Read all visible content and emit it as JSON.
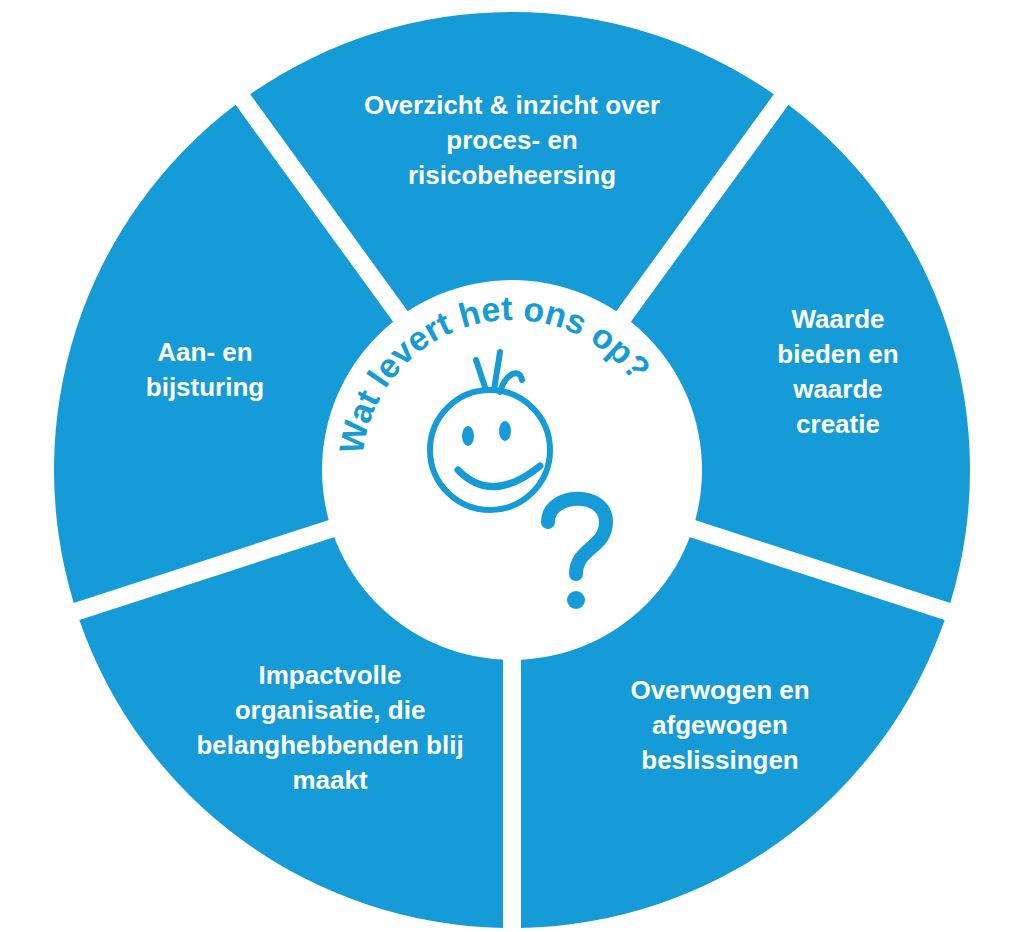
{
  "diagram": {
    "nodes": [
      {
        "text": [
          "Wat levert het ons op?"
        ]
      },
      {
        "text": [
          "Overzicht & inzicht over proces- en risicobeheersing"
        ]
      },
      {
        "text": [
          "Waarde bieden en waarde creatie"
        ]
      },
      {
        "text": [
          "Overwogen en afgewogen beslissingen"
        ]
      },
      {
        "text": [
          "Impactvolle organisatie, die belanghebbenden blij maakt"
        ]
      },
      {
        "text": [
          "Aan- en bijsturing"
        ]
      }
    ]
  }
}
